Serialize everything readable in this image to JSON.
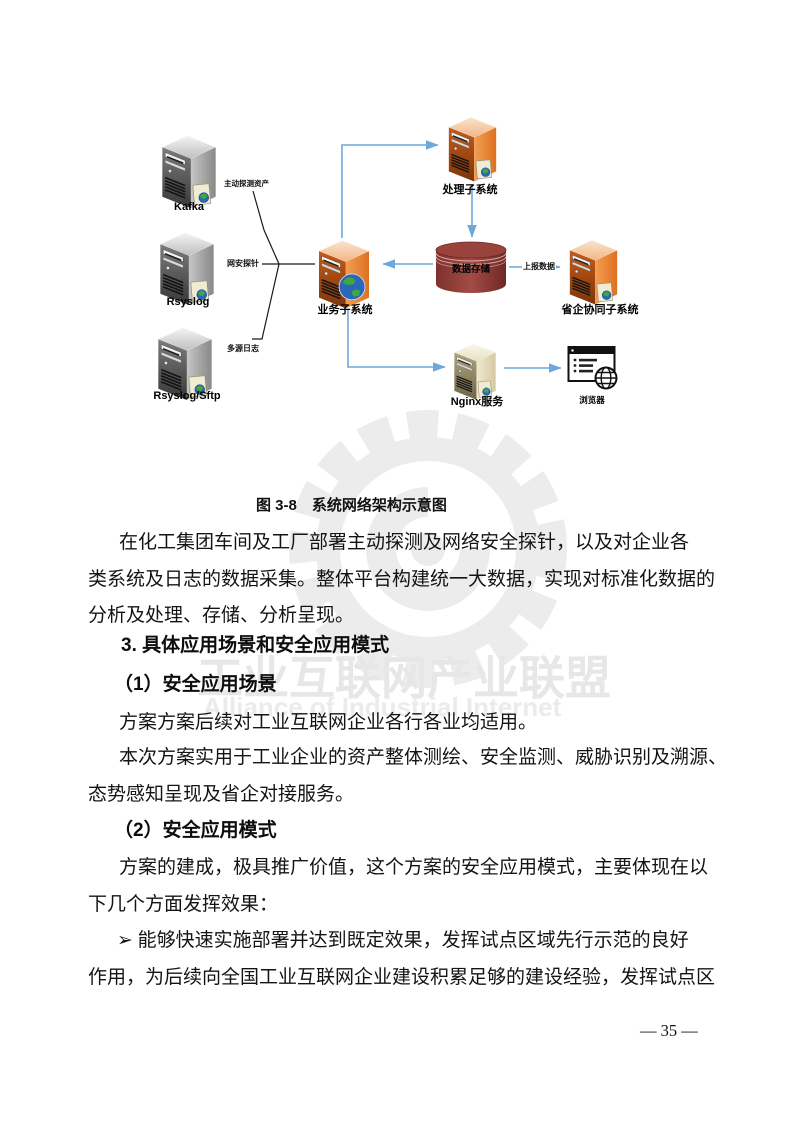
{
  "watermark": {
    "cn": "工业互联网产业联盟",
    "en": "Alliance of Industrial Internet"
  },
  "diagram": {
    "caption": "图 3-8　系统网络架构示意图",
    "colors": {
      "arrow": "#6FA8DC",
      "black_line": "#1a1a1a",
      "server_orange": "#E07F35",
      "server_gray": "#8A8A8A",
      "server_beige": "#E8E0C2",
      "database_red": "#8E3B37"
    },
    "nodes": {
      "kafka": {
        "label": "Kafka"
      },
      "rsyslog": {
        "label": "Rsyslog"
      },
      "rsyslog_sftp": {
        "label": "Rsyslog/Sftp"
      },
      "processing": {
        "label": "处理子系统"
      },
      "business": {
        "label": "业务子系统"
      },
      "storage": {
        "label": "数据存储"
      },
      "province": {
        "label": "省企协同子系统"
      },
      "nginx": {
        "label": "Nginx服务"
      },
      "browser": {
        "label": "浏览器"
      }
    },
    "edges": {
      "active_probe": "主动探测资产",
      "net_probe": "网安探针",
      "multi_log": "多源日志",
      "report": "上报数据"
    }
  },
  "content": {
    "para1": [
      "在化工集团车间及工厂部署主动探测及网络安全探针，以及对企业各",
      "类系统及日志的数据采集。整体平台构建统一大数据，实现对标准化数据的",
      "分析及处理、存储、分析呈现。"
    ],
    "heading3": "3. 具体应用场景和安全应用模式",
    "heading3_1": "（1）安全应用场景",
    "para2": "方案方案后续对工业互联网企业各行各业均适用。",
    "para3": [
      "本次方案实用于工业企业的资产整体测绘、安全监测、威胁识别及溯源、",
      "态势感知呈现及省企对接服务。"
    ],
    "heading3_2": "（2）安全应用模式",
    "para4": [
      "方案的建成，极具推广价值，这个方案的安全应用模式，主要体现在以",
      "下几个方面发挥效果："
    ],
    "bullet1": [
      "➢ 能够快速实施部署并达到既定效果，发挥试点区域先行示范的良好",
      "作用，为后续向全国工业互联网企业建设积累足够的建设经验，发挥试点区"
    ]
  },
  "page": {
    "number": "— 35 —"
  }
}
